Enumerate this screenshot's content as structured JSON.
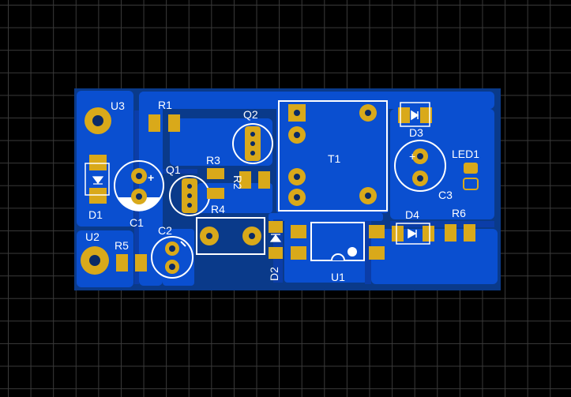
{
  "board": {
    "colors": {
      "background": "#000000",
      "grid": "#3a3a3a",
      "board_outline": "#0a3a8a",
      "copper_fill": "#0a4fd0",
      "copper_dark": "#0b3da8",
      "pad": "#d9a91a",
      "silkscreen": "#ffffff"
    }
  },
  "components": {
    "U3": "U3",
    "R1": "R1",
    "Q2": "Q2",
    "T1": "T1",
    "D3": "D3",
    "LED1": "LED1",
    "D1": "D1",
    "C1": "C1",
    "Q1": "Q1",
    "R3": "R3",
    "R2": "R2",
    "R4": "R4",
    "C3": "C3",
    "D4": "D4",
    "R6": "R6",
    "U2": "U2",
    "R5": "R5",
    "C2": "C2",
    "D2": "D2",
    "U1": "U1"
  }
}
